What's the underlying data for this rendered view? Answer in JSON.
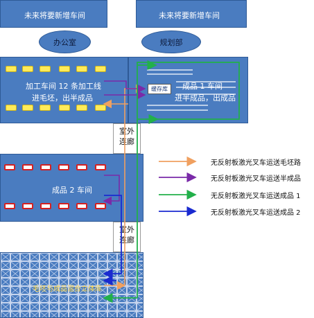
{
  "blocks": {
    "future_left": "未来将要新增车间",
    "future_right": "未来将要新增车间",
    "office": "办公室",
    "planning": "规划部",
    "workshop_line1": "加工车间 12 条加工线",
    "workshop_line2": "进毛坯，出半成品",
    "finished1_line1": "成品 1 车间",
    "finished1_line2": "进半成品，出成品",
    "buffer": "缓存库",
    "corridor1": "室外\n连廊",
    "corridor2": "室外\n连廊",
    "finished2": "成品 2 车间",
    "warehouse": "毛坯与成品混合立体库"
  },
  "legend": [
    {
      "label": "无反射板激光叉车运送毛坯路",
      "color": "#f0a060"
    },
    {
      "label": "无反射板激光叉车运送半成品",
      "color": "#7a2aa8"
    },
    {
      "label": "无反射板激光叉车运送成品 1",
      "color": "#22b04a"
    },
    {
      "label": "无反射板激光叉车运送成品 2",
      "color": "#1a2ad0"
    }
  ],
  "colors": {
    "block": "#4a7cc0",
    "yellow_slot": "#ffeb5a",
    "red_slot": "#d42020"
  }
}
